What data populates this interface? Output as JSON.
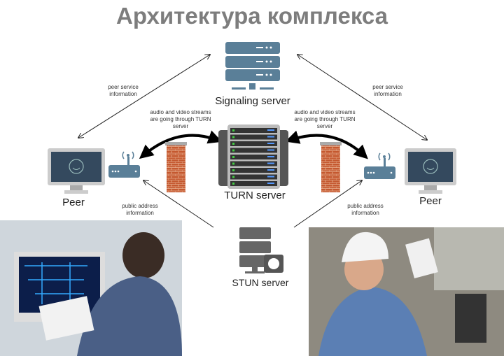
{
  "title": "Архитектура комплекса",
  "nodes": {
    "signaling": "Signaling server",
    "turn": "TURN server",
    "stun": "STUN server",
    "peer_left": "Peer",
    "peer_right": "Peer"
  },
  "annotations": {
    "peer_info_left": "peer service information",
    "peer_info_right": "peer service information",
    "streams_left": "audio and video streams are going through TURN server",
    "streams_right": "audio and video streams are going through TURN server",
    "public_left": "public address information",
    "public_right": "public address information"
  },
  "colors": {
    "title": "#7d7d7d",
    "icon_blue": "#5a7f98",
    "brick": "#c0552e",
    "stun": "#666666"
  }
}
